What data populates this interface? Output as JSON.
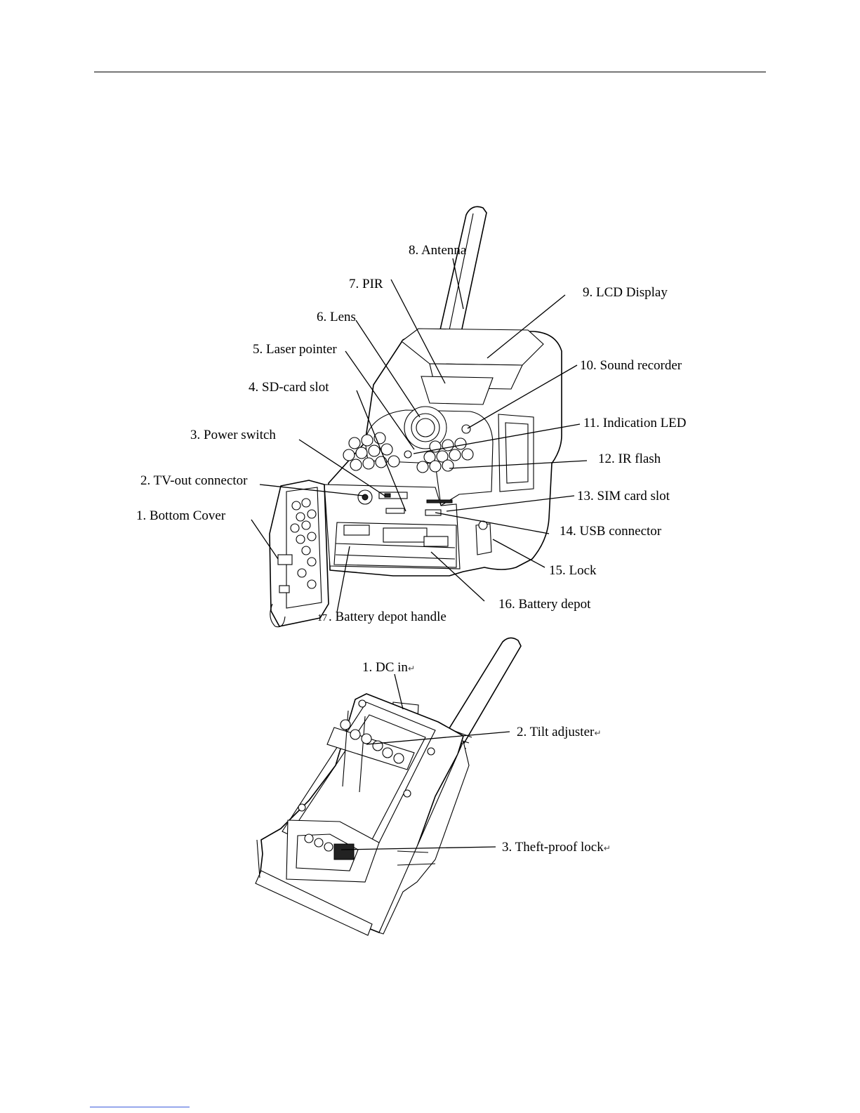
{
  "top_view": {
    "labels": [
      {
        "id": "antenna",
        "text": "8. Antenna"
      },
      {
        "id": "pir",
        "text": "7. PIR"
      },
      {
        "id": "lcd",
        "text": "9. LCD Display"
      },
      {
        "id": "lens",
        "text": "6. Lens"
      },
      {
        "id": "laser",
        "text": "5. Laser pointer"
      },
      {
        "id": "sound",
        "text": "10. Sound recorder"
      },
      {
        "id": "sd",
        "text": "4. SD-card slot"
      },
      {
        "id": "indled",
        "text": "11. Indication LED"
      },
      {
        "id": "power",
        "text": "3. Power switch"
      },
      {
        "id": "irflash",
        "text": "12. IR flash"
      },
      {
        "id": "tvout",
        "text": "2. TV-out connector"
      },
      {
        "id": "sim",
        "text": "13. SIM card slot"
      },
      {
        "id": "bottom",
        "text": "1. Bottom Cover"
      },
      {
        "id": "usb",
        "text": "14. USB connector"
      },
      {
        "id": "lock",
        "text": "15. Lock"
      },
      {
        "id": "depot",
        "text": "16. Battery depot"
      },
      {
        "id": "handle_num",
        "text": "17"
      },
      {
        "id": "handle",
        "text": ". Battery depot handle"
      }
    ]
  },
  "back_view": {
    "labels": [
      {
        "id": "dcin",
        "text": "1. DC in"
      },
      {
        "id": "tilt",
        "text": "2. Tilt adjuster"
      },
      {
        "id": "theft",
        "text": "3. Theft-proof lock"
      }
    ],
    "return_mark": "↵"
  }
}
